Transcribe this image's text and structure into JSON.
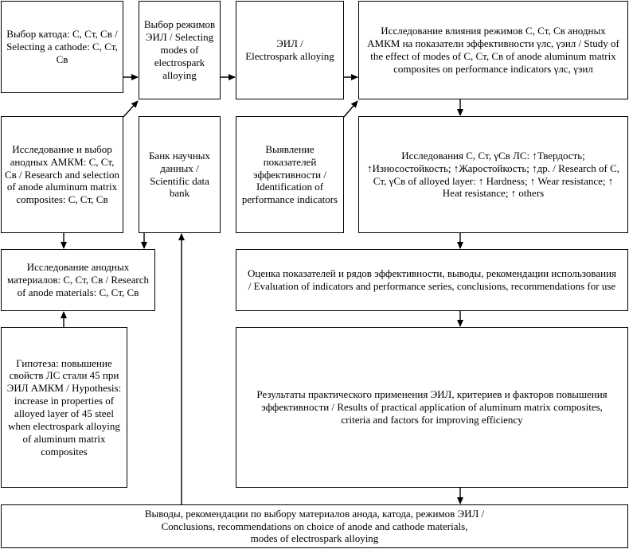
{
  "boxes": {
    "cathode": "Выбор катода: C, Cт, Cв / Selecting a cathode: C, Cт, Cв",
    "modes": "Выбор режимов ЭИЛ / Selecting modes of electrospark alloying",
    "eil": "ЭИЛ /\nElectrospark alloying",
    "study_influence": "Исследование влияния режимов C, Cт, Cв анодных АМКМ на показатели эффективности γлс, γэил / Study of the effect of modes of C, Cт, Cв of anode aluminum matrix composites on performance indicators γлс, γэил",
    "research_selection": "Исследование и выбор анодных АМКМ: C, Cт, Cв / Research and selection of anode aluminum matrix composites: C, Cт, Cв",
    "data_bank": "Банк научных данных / Scientific data bank",
    "identification": "Выявление показателей эффективности / Identification of performance indicators",
    "research_layer": "Исследования C, Cт, γCв ЛС: ↑Твердость; ↑Износостойкость; ↑Жаростойкость; ↑др. / Research of C, Cт, γCв of alloyed layer: ↑ Hardness; ↑ Wear resistance; ↑ Heat resistance; ↑ others",
    "anode_materials": "Исследование анодных материалов: C, Cт, Cв / Research of anode materials: C, Cт, Cв",
    "evaluation": "Оценка показателей и рядов эффективности, выводы, рекомендации использования / Evaluation of indicators and performance series, conclusions, recommendations for use",
    "hypothesis": "Гипотеза: повышение свойств ЛС стали 45 при ЭИЛ АМКМ / Hypothesis: increase in properties of alloyed layer of 45 steel when electrospark alloying of aluminum matrix composites",
    "results": "Результаты практического применения ЭИЛ, критериев и факторов повышения эффективности / Results of practical application of aluminum matrix composites, criteria and factors for improving efficiency",
    "conclusions": "Выводы, рекомендации по выбору материалов анода, катода, режимов ЭИЛ /\nConclusions, recommendations on choice of anode and cathode materials,\nmodes of  electrospark alloying"
  }
}
